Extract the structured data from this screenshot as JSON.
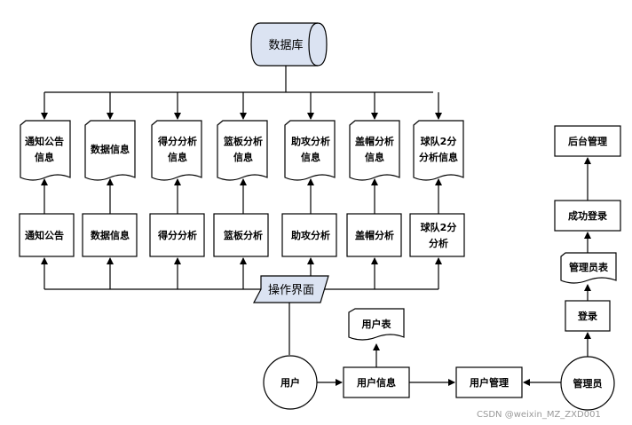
{
  "database": "数据库",
  "info_docs": [
    [
      "通知公告",
      "信息"
    ],
    [
      "数据信息"
    ],
    [
      "得分分析",
      "信息"
    ],
    [
      "篮板分析",
      "信息"
    ],
    [
      "助攻分析",
      "信息"
    ],
    [
      "盖帽分析",
      "信息"
    ],
    [
      "球队2分",
      "分析信息"
    ]
  ],
  "modules": [
    [
      "通知公告"
    ],
    [
      "数据信息"
    ],
    [
      "得分分析"
    ],
    [
      "篮板分析"
    ],
    [
      "助攻分析"
    ],
    [
      "盖帽分析"
    ],
    [
      "球队2分",
      "分析"
    ]
  ],
  "ui": "操作界面",
  "user": "用户",
  "user_table": "用户表",
  "user_info": "用户信息",
  "user_mgmt": "用户管理",
  "admin": "管理员",
  "login": "登录",
  "admin_table": "管理员表",
  "login_success": "成功登录",
  "backend": "后台管理",
  "watermark": "CSDN @weixin_MZ_ZXD001"
}
